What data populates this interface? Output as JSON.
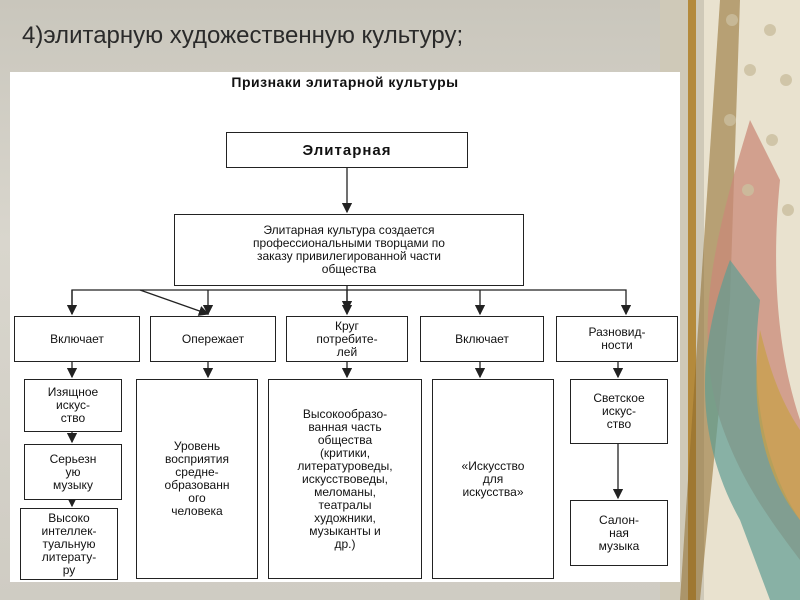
{
  "slide": {
    "title": "4)элитарную художественную культуру;"
  },
  "diagram": {
    "heading": "Признаки элитарной культуры",
    "root": "Элитарная",
    "definition": "Элитарная культура создается\nпрофессиональными творцами по\nзаказу привилегированной части\nобщества",
    "categories": [
      "Включает",
      "Опережает",
      "Круг\nпотребите-\nлей",
      "Включает",
      "Разновид-\nности"
    ],
    "column1": [
      "Изящное\nискус-\nство",
      "Серьезн\nую\nмузыку",
      "Высоко\nинтеллек-\nтуальную\nлитерату-\nру"
    ],
    "column2": "Уровень\nвосприятия\nсредне-\nобразованн\nого\nчеловека",
    "column3": "Высокообразо-\nванная часть\nобщества\n(критики,\nлитературоведы,\nискусствоведы,\nмеломаны,\nтеатралы\nхудожники,\nмузыканты и\nдр.)",
    "column4": "«Искусство\nдля\nискусства»",
    "column5": [
      "Светское\nискус-\nство",
      "Салон-\nная\nмузыка"
    ]
  },
  "colors": {
    "background": "#d9d6cd",
    "box_border": "#222222",
    "accent_gold": "#c8a04a",
    "accent_teal": "#5e9c93",
    "accent_rose": "#c98a78"
  }
}
